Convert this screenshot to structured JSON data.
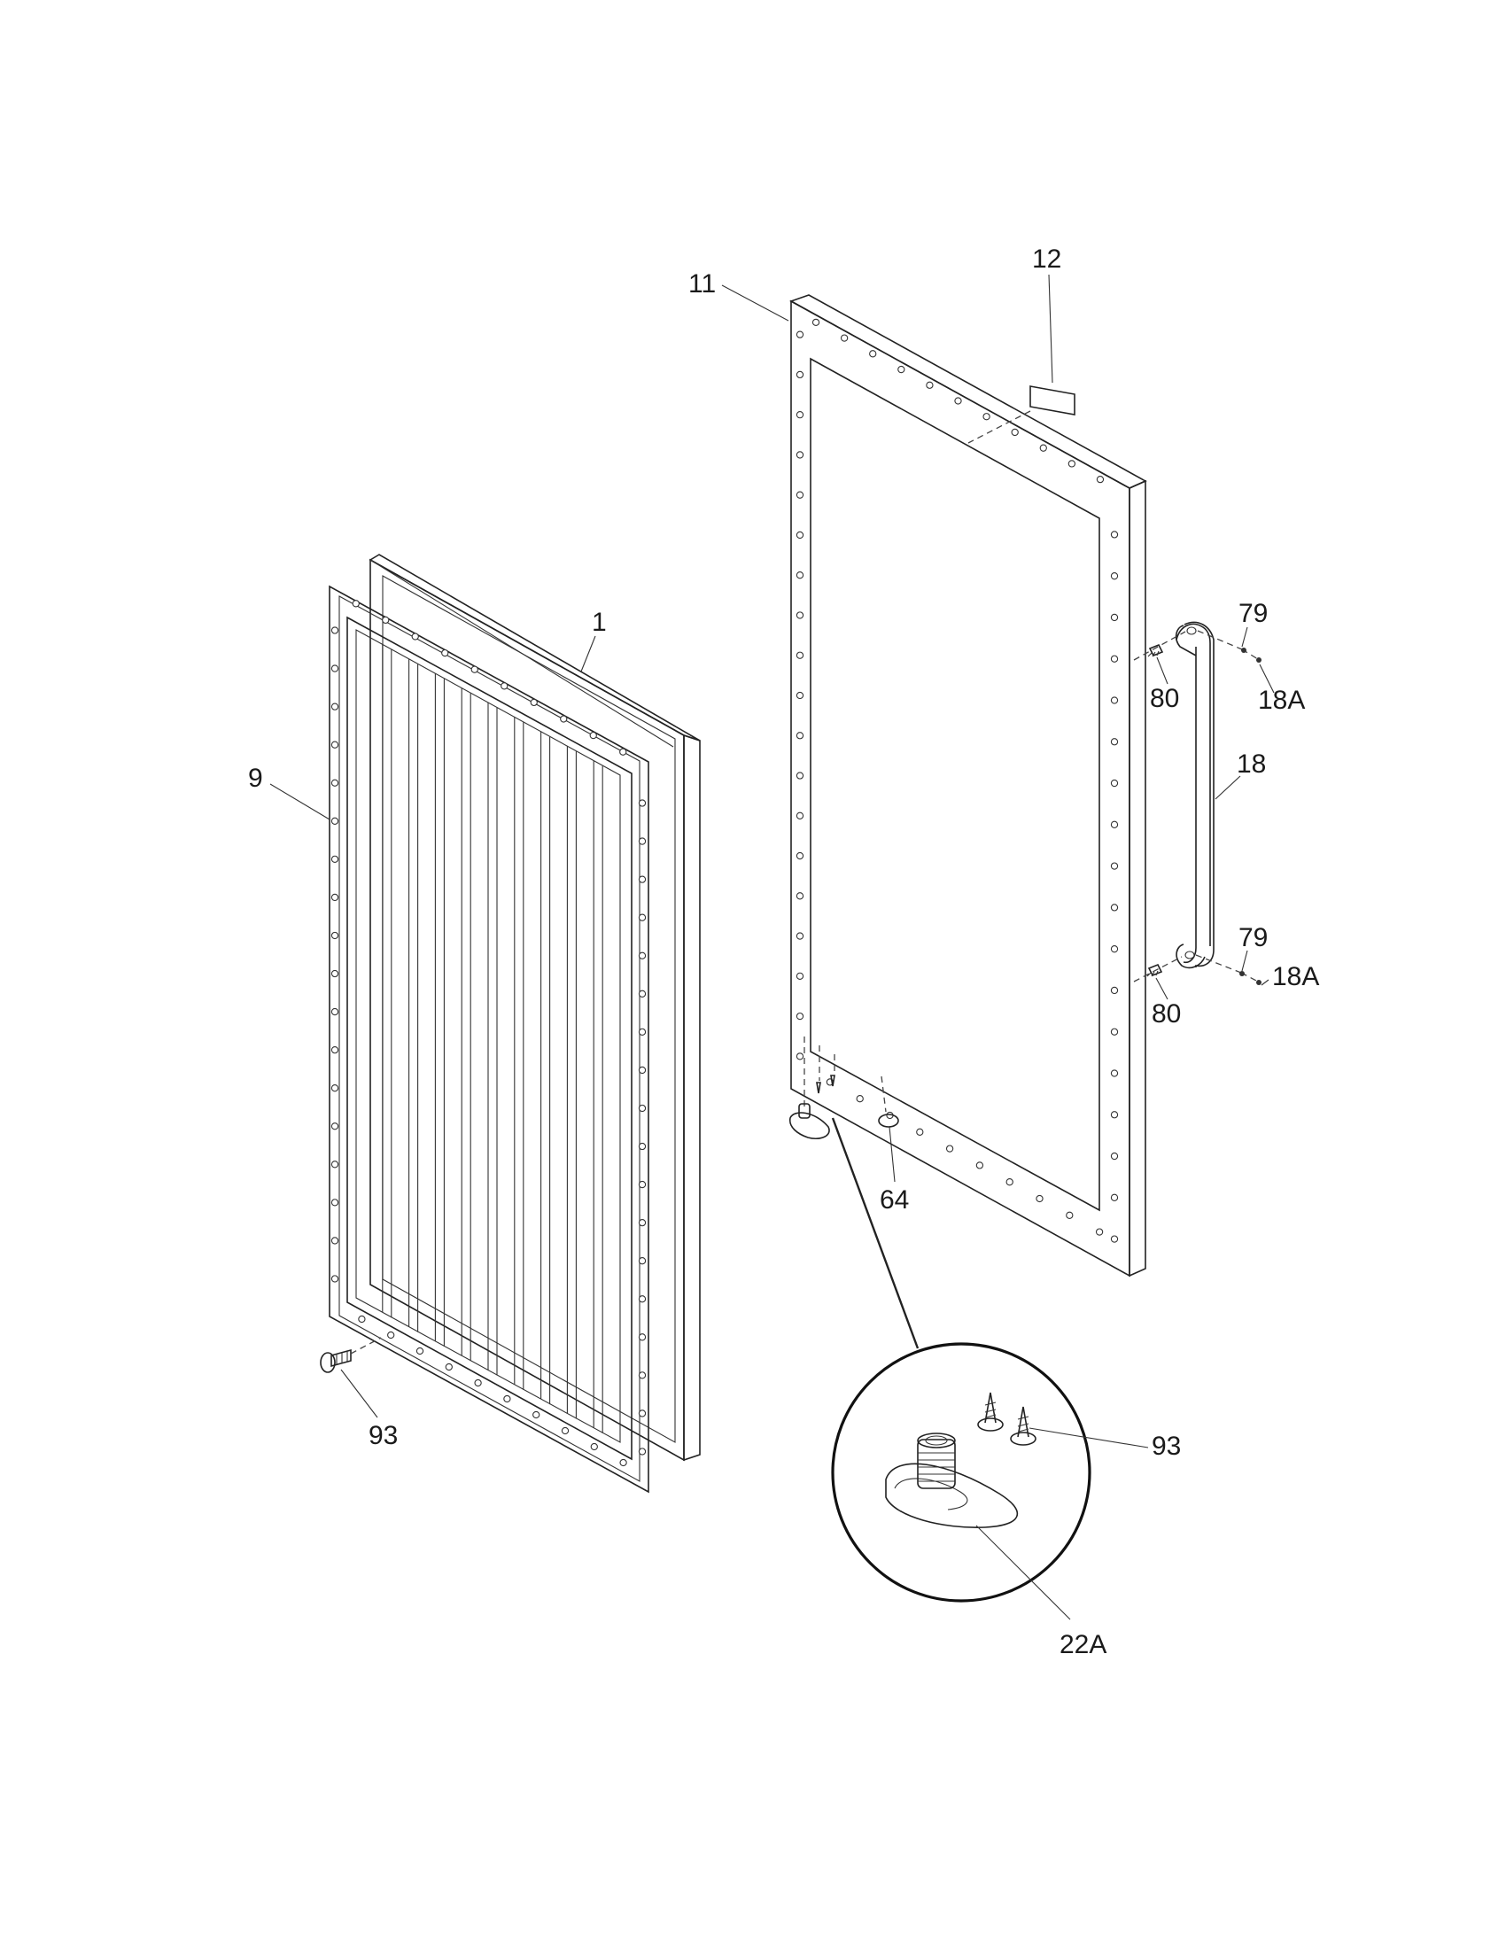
{
  "diagram": {
    "callouts": {
      "door_panel": "11",
      "label": "12",
      "liner": "1",
      "gasket": "9",
      "handle": "18",
      "handle_plug_top": "79",
      "handle_cap_top": "18A",
      "handle_screw_top": "80",
      "handle_plug_bottom": "79",
      "handle_cap_bottom": "18A",
      "handle_screw_bottom": "80",
      "spacer": "64",
      "screw_gasket": "93",
      "screw_detail": "93",
      "hinge_bushing": "22A"
    }
  }
}
